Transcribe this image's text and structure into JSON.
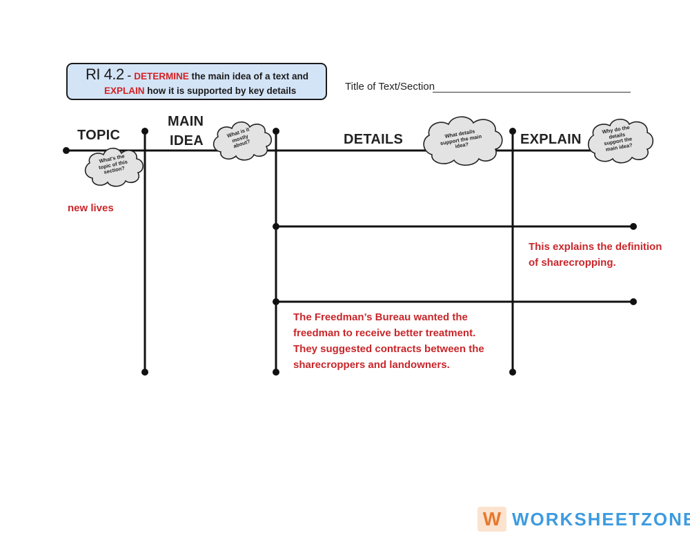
{
  "standard": {
    "code": "RI 4.2",
    "dash": " - ",
    "verb1": "DETERMINE",
    "rest1": " the main idea of a text and",
    "verb2": "EXPLAIN",
    "rest2": " how it is supported by key details"
  },
  "title_label": "Title of Text/Section",
  "headings": {
    "topic": "TOPIC",
    "main_line1": "MAIN",
    "main_line2": "IDEA",
    "details": "DETAILS",
    "explain": "EXPLAIN"
  },
  "clouds": {
    "topic": [
      "What's the",
      "topic of this",
      "section?"
    ],
    "main": [
      "What is it",
      "mostly",
      "about?"
    ],
    "details": [
      "What details",
      "support the main",
      "idea?"
    ],
    "explain": [
      "Why do the",
      "details",
      "support the",
      "main idea?"
    ]
  },
  "answers": {
    "topic": "new lives",
    "explain1_line1": "This explains the definition",
    "explain1_line2": "of sharecropping.",
    "detail2_line1": "The Freedman’s Bureau wanted the",
    "detail2_line2": "freedman to receive better treatment.",
    "detail2_line3": "They suggested contracts between the",
    "detail2_line4": "sharecroppers and landowners."
  },
  "brand": {
    "mark": "W",
    "name": "WORKSHEETZONE",
    "color": "#3d9be0",
    "mark_color": "#e67a2e"
  },
  "colors": {
    "answer_red": "#c8262a",
    "box_fill": "#d4e4f7"
  }
}
